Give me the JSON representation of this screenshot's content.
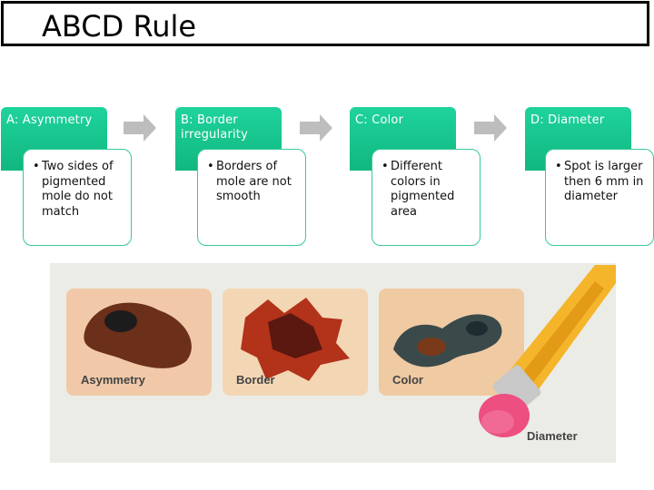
{
  "title": "ABCD Rule",
  "steps": [
    {
      "header": "A: Asymmetry",
      "text": "Two sides of pigmented mole do not match"
    },
    {
      "header": "B: Border irregularity",
      "text": "Borders of mole are not smooth"
    },
    {
      "header": "C: Color",
      "text": "Different colors in pigmented area"
    },
    {
      "header": "D: Diameter",
      "text": "Spot is larger then 6 mm in diameter"
    }
  ],
  "photo_labels": {
    "asymmetry": "Asymmetry",
    "border": "Border",
    "color": "Color",
    "diameter": "Diameter"
  },
  "colors": {
    "header_green": "#1fd39c",
    "card_border": "#38c99a",
    "arrow_gray": "#bdbdbd"
  },
  "bullet": "•"
}
